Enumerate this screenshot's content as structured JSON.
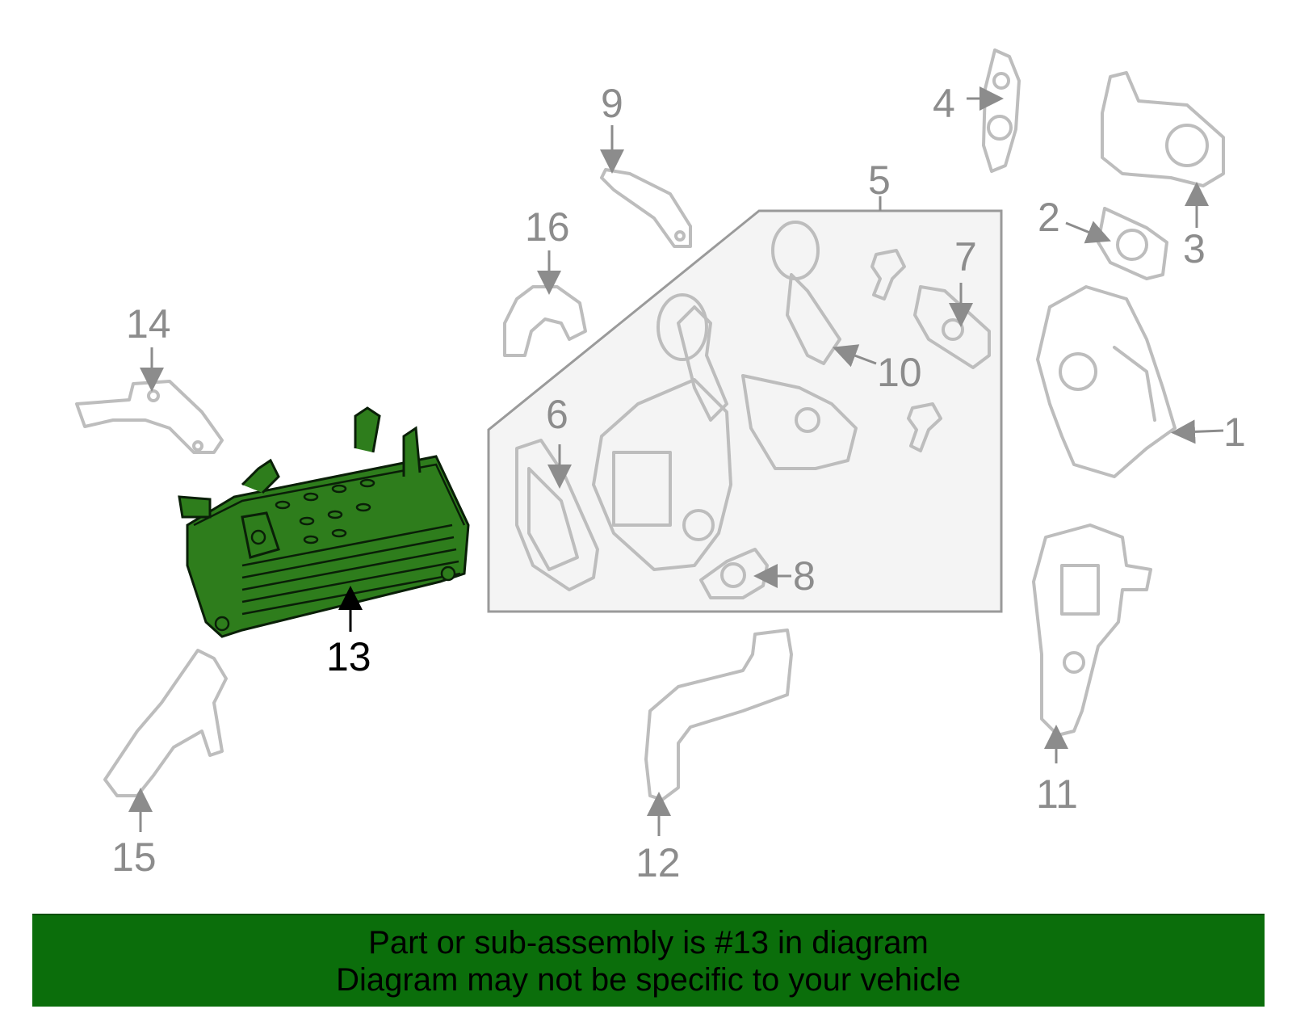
{
  "callouts": [
    "1",
    "2",
    "3",
    "4",
    "5",
    "6",
    "7",
    "8",
    "9",
    "10",
    "11",
    "12",
    "13",
    "14",
    "15",
    "16"
  ],
  "highlighted_callout": "13",
  "colors": {
    "highlight": "#2e7d1c",
    "banner": "#0b6e0b",
    "part_stroke": "#bdbdbd",
    "callout_text": "#8c8c8c"
  },
  "banner": {
    "line1": "Part or sub-assembly is #13 in diagram",
    "line2": "Diagram may not be specific to your vehicle"
  }
}
